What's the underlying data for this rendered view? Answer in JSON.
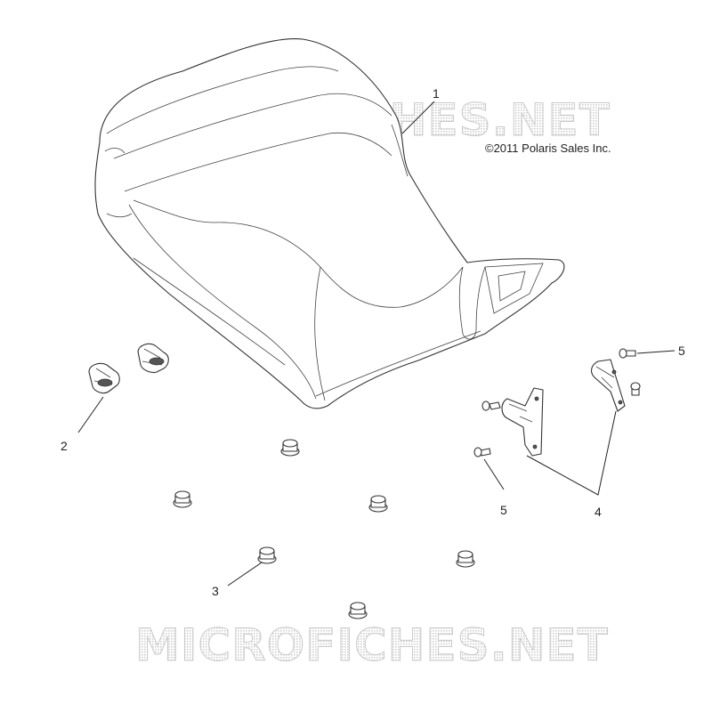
{
  "watermark": {
    "text": "MICROFICHES.NET"
  },
  "copyright": "©2011 Polaris Sales Inc.",
  "callouts": {
    "c1": "1",
    "c2": "2",
    "c3": "3",
    "c4": "4",
    "c5a": "5",
    "c5b": "5"
  }
}
